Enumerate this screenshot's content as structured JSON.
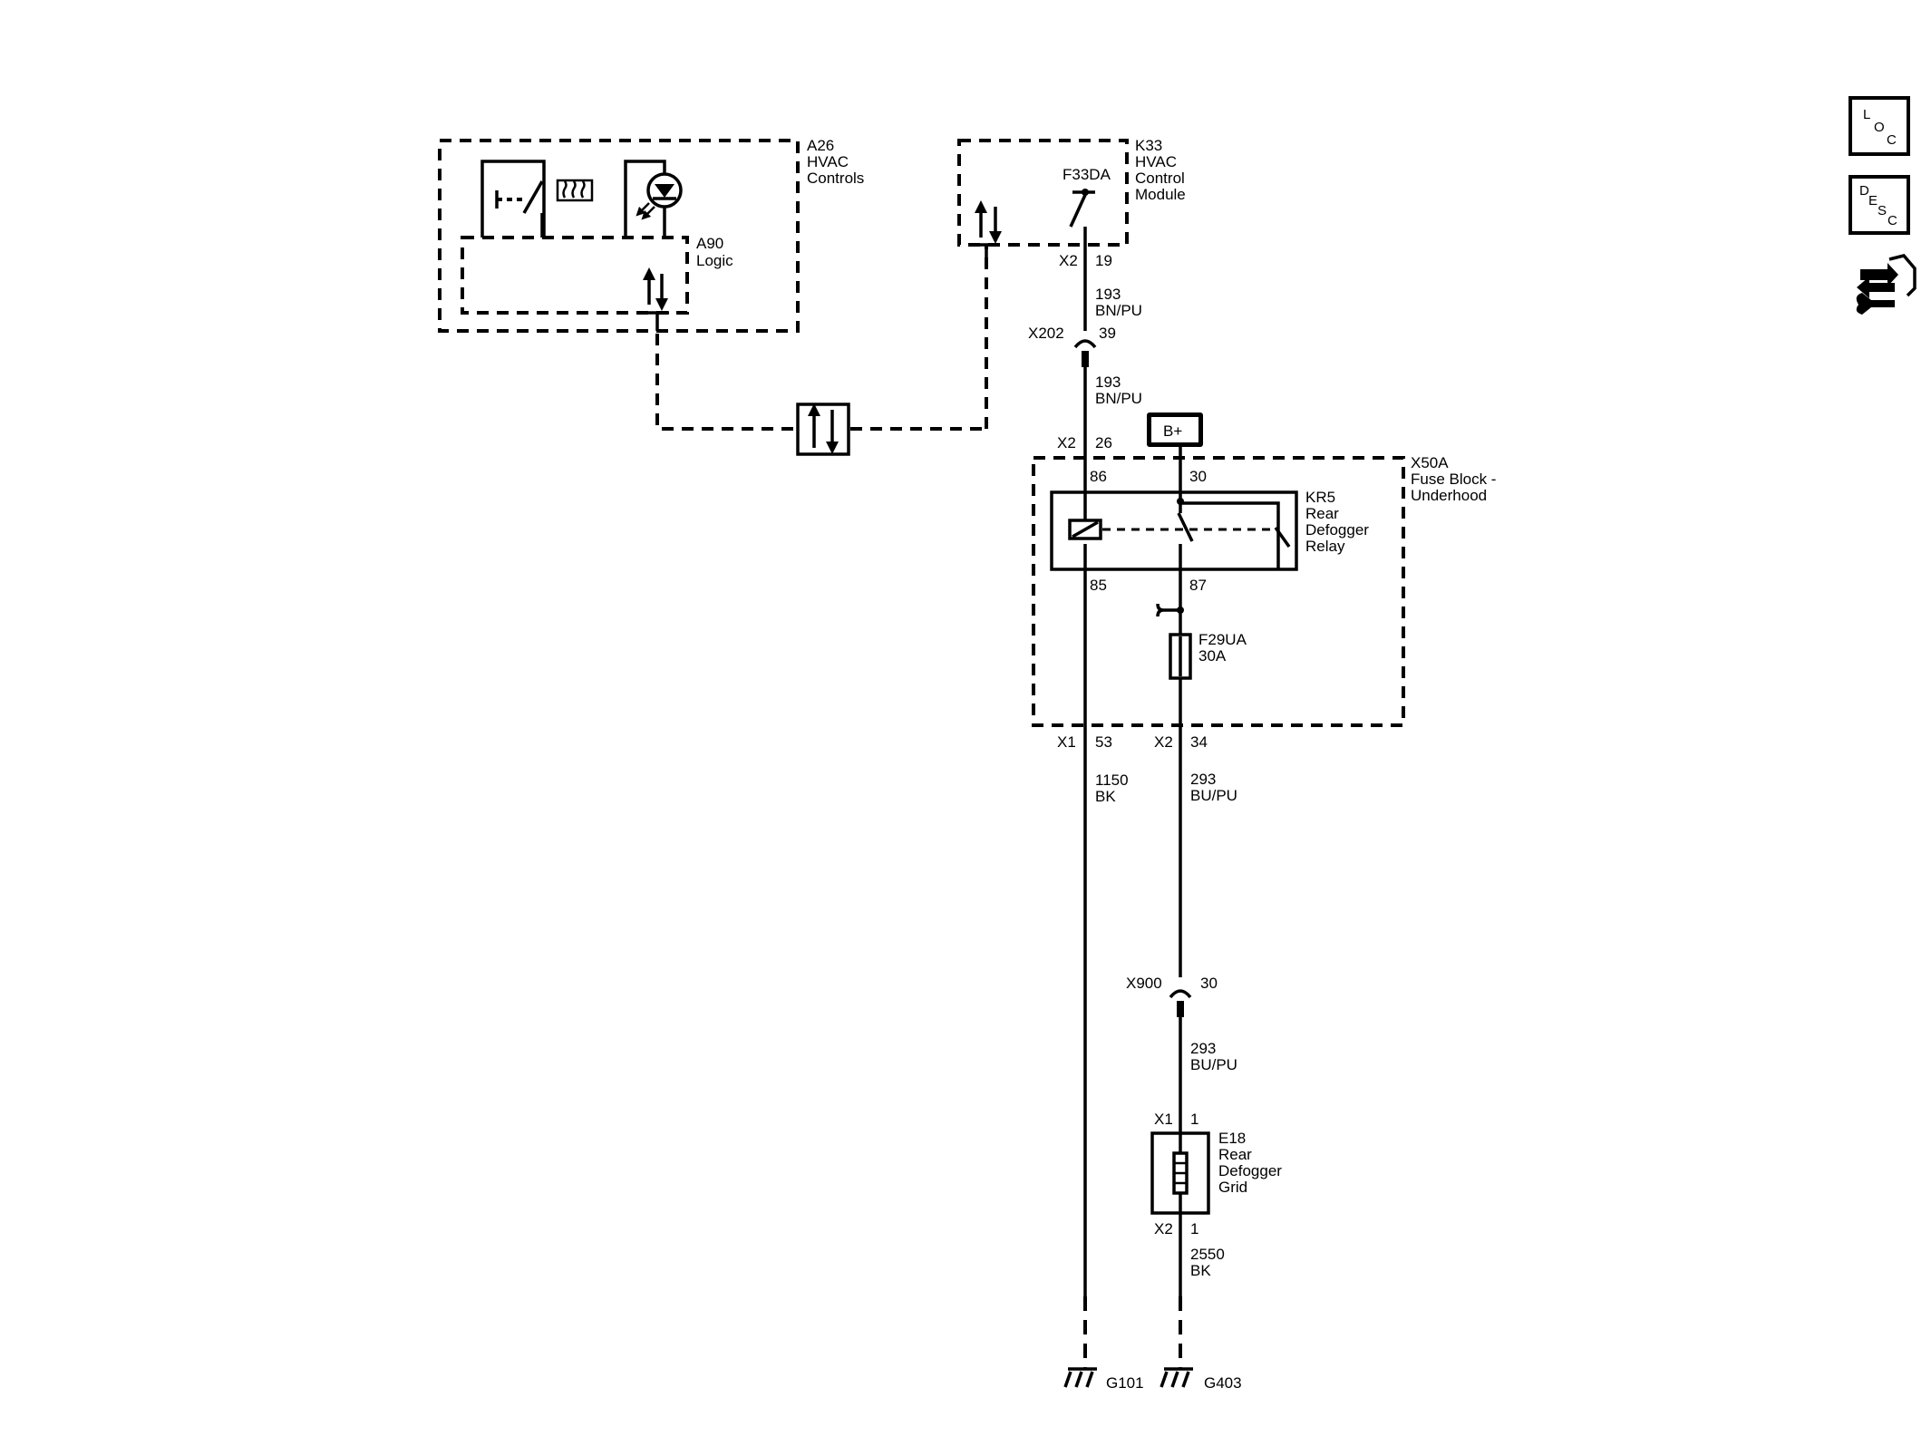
{
  "components": {
    "a26": {
      "id": "A26",
      "line1": "HVAC",
      "line2": "Controls"
    },
    "a90": {
      "id": "A90",
      "line1": "Logic"
    },
    "k33": {
      "id": "K33",
      "line1": "HVAC",
      "line2": "Control",
      "line3": "Module"
    },
    "f33da": "F33DA",
    "x50a": {
      "id": "X50A",
      "line1": "Fuse Block -",
      "line2": "Underhood"
    },
    "kr5": {
      "id": "KR5",
      "line1": "Rear",
      "line2": "Defogger",
      "line3": "Relay"
    },
    "f29ua": {
      "id": "F29UA",
      "rating": "30A"
    },
    "e18": {
      "id": "E18",
      "line1": "Rear",
      "line2": "Defogger",
      "line3": "Grid"
    },
    "bplus": "B+",
    "g101": "G101",
    "g403": "G403"
  },
  "connectors": {
    "k33_x2": "X2",
    "k33_pin": "19",
    "x202": "X202",
    "x202_pin": "39",
    "x50a_x2_top": "X2",
    "x50a_x2_top_pin": "26",
    "relay_pin86": "86",
    "relay_pin30": "30",
    "relay_pin85": "85",
    "relay_pin87": "87",
    "x50a_x1": "X1",
    "x50a_x1_pin": "53",
    "x50a_x2_bot": "X2",
    "x50a_x2_bot_pin": "34",
    "x900": "X900",
    "x900_pin": "30",
    "e18_x1": "X1",
    "e18_x1_pin": "1",
    "e18_x2": "X2",
    "e18_x2_pin": "1"
  },
  "wires": {
    "w193a": {
      "circuit": "193",
      "color": "BN/PU"
    },
    "w193b": {
      "circuit": "193",
      "color": "BN/PU"
    },
    "w1150": {
      "circuit": "1150",
      "color": "BK"
    },
    "w293a": {
      "circuit": "293",
      "color": "BU/PU"
    },
    "w293b": {
      "circuit": "293",
      "color": "BU/PU"
    },
    "w2550": {
      "circuit": "2550",
      "color": "BK"
    }
  },
  "sidebar": {
    "loc": {
      "l": "L",
      "o": "O",
      "c": "C"
    },
    "desc": {
      "d": "D",
      "e": "E",
      "s": "S",
      "c": "C"
    },
    "service_icon": "connector-service-icon"
  }
}
